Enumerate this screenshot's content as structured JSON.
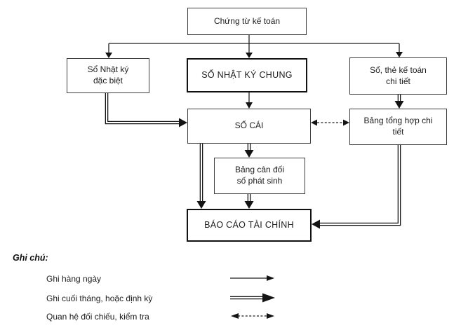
{
  "colors": {
    "ink": "#1a1a1a",
    "background": "#ffffff"
  },
  "boxes": {
    "chung_tu": {
      "label": "Chứng từ kế toán"
    },
    "nhat_ky_dac_biet": {
      "label": "Sổ Nhật ký\nđặc biệt"
    },
    "nhat_ky_chung": {
      "label": "SỔ NHẬT KÝ CHUNG"
    },
    "so_the_ke_toan": {
      "label": "Sổ, thẻ kế toán\nchi tiết"
    },
    "so_cai": {
      "label": "SỔ CÁI"
    },
    "bang_tong_hop": {
      "label": "Bảng tổng hợp chi\ntiết"
    },
    "bang_can_doi": {
      "label": "Bảng cân đối\nsố phát sinh"
    },
    "bao_cao_tai_chinh": {
      "label": "BÁO CÁO TÀI CHÍNH"
    }
  },
  "legend": {
    "title": "Ghi chú:",
    "items": [
      {
        "label": "Ghi hàng ngày",
        "arrow": "single-solid-arrow"
      },
      {
        "label": "Ghi cuối tháng, hoặc định kỳ",
        "arrow": "double-solid-arrow"
      },
      {
        "label": "Quan hệ đối chiếu, kiểm tra",
        "arrow": "dashed-double-headed-arrow"
      }
    ]
  }
}
